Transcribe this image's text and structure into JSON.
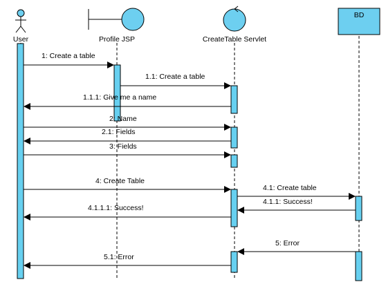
{
  "participants": [
    {
      "id": "user",
      "label": "User",
      "kind": "actor"
    },
    {
      "id": "profile",
      "label": "Profile JSP",
      "kind": "boundary"
    },
    {
      "id": "servlet",
      "label": "CreateTable Servlet",
      "kind": "control"
    },
    {
      "id": "bd",
      "label": "BD",
      "kind": "entity-box"
    }
  ],
  "messages": [
    {
      "label": "1: Create a table",
      "from": "user",
      "to": "profile"
    },
    {
      "label": "1.1: Create a table",
      "from": "profile",
      "to": "servlet"
    },
    {
      "label": "1.1.1: Give me a name",
      "from": "servlet",
      "to": "user"
    },
    {
      "label": "2: Name",
      "from": "user",
      "to": "servlet"
    },
    {
      "label": "2.1: Fields",
      "from": "servlet",
      "to": "user"
    },
    {
      "label": "3: Fields",
      "from": "user",
      "to": "servlet"
    },
    {
      "label": "4: Create Table",
      "from": "user",
      "to": "servlet"
    },
    {
      "label": "4.1: Create table",
      "from": "servlet",
      "to": "bd"
    },
    {
      "label": "4.1.1: Success!",
      "from": "bd",
      "to": "servlet"
    },
    {
      "label": "4.1.1.1: Success!",
      "from": "servlet",
      "to": "user"
    },
    {
      "label": "5: Error",
      "from": "bd",
      "to": "servlet"
    },
    {
      "label": "5.1: Error",
      "from": "servlet",
      "to": "user"
    }
  ],
  "colors": {
    "activation_fill": "#67d0f0",
    "icon_fill": "#6dcff0",
    "line": "#000000"
  }
}
